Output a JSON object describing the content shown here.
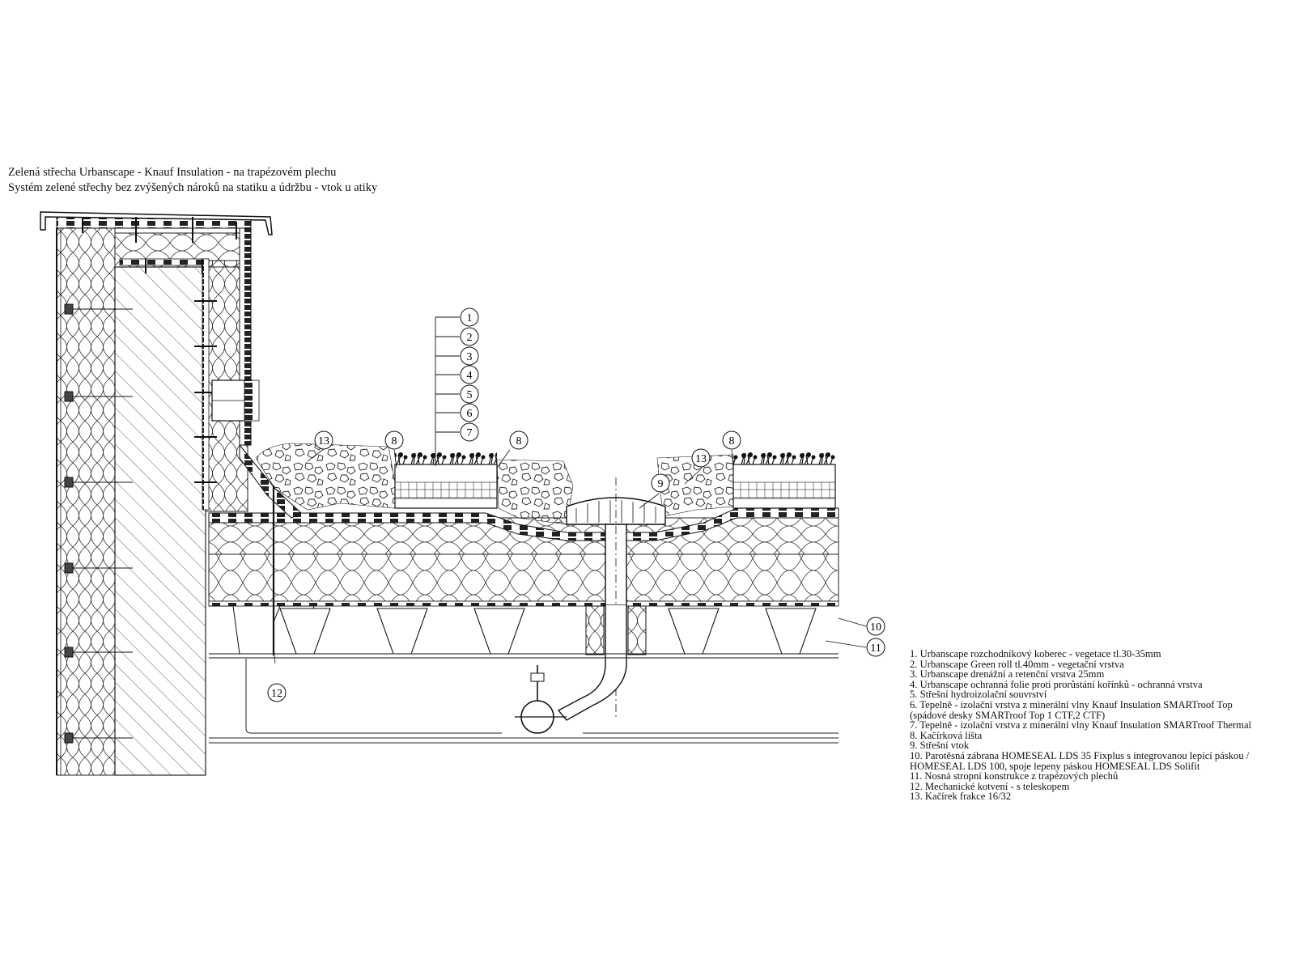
{
  "title": {
    "line1": "Zelená střecha Urbanscape - Knauf Insulation - na trapézovém plechu",
    "line2": "Systém zelené střechy bez zvýšených nároků na statiku a údržbu - vtok u atiky"
  },
  "callouts": {
    "c1": "1",
    "c2": "2",
    "c3": "3",
    "c4": "4",
    "c5": "5",
    "c6": "6",
    "c7": "7",
    "c8": "8",
    "c9": "9",
    "c10": "10",
    "c11": "11",
    "c12": "12",
    "c13": "13"
  },
  "legend": [
    "1. Urbanscape rozchodníkový koberec - vegetace tl.30-35mm",
    "2. Urbanscape Green roll tl.40mm - vegetační vrstva",
    "3. Urbanscape drenážní a retenční vrstva 25mm",
    "4. Urbanscape ochranná folie proti prorůstání kořínků - ochranná vrstva",
    "5. Střešní hydroizolační souvrství",
    "6. Tepelně - izolační vrstva z minerální vlny Knauf Insulation SMARTroof Top",
    "(spádové desky SMARTroof Top 1 CTF,2 CTF)",
    "7. Tepelně - izolační vrstva z minerální vlny Knauf Insulation SMARTroof Thermal",
    "8. Kačírková lišta",
    "9. Střešní vtok",
    "10. Parotěsná zábrana HOMESEAL LDS 35 Fixplus s integrovanou lepící páskou /",
    "HOMESEAL LDS 100, spoje lepeny páskou HOMESEAL LDS Solifit",
    "11. Nosná stropní konstrukce z trapézových plechů",
    "12. Mechanické kotvení - s teleskopem",
    "13. Kačírek frakce 16/32"
  ]
}
